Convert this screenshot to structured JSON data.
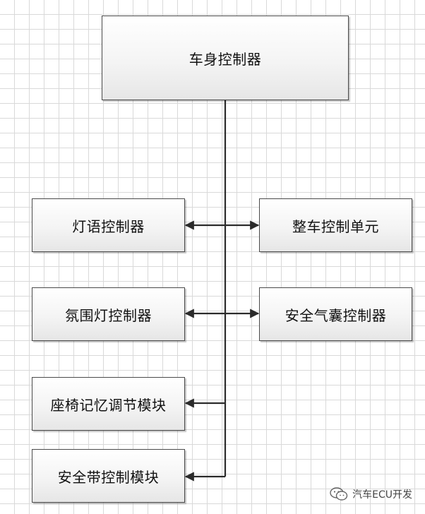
{
  "nodes": {
    "root": "车身控制器",
    "light_language": "灯语控制器",
    "vcu": "整车控制单元",
    "ambient_light": "氛围灯控制器",
    "airbag": "安全气囊控制器",
    "seat_memory": "座椅记忆调节模块",
    "seatbelt": "安全带控制模块"
  },
  "edges": [
    {
      "from": "root",
      "to": "light_language",
      "direction": "both"
    },
    {
      "from": "root",
      "to": "vcu",
      "direction": "both"
    },
    {
      "from": "root",
      "to": "ambient_light",
      "direction": "both"
    },
    {
      "from": "root",
      "to": "airbag",
      "direction": "both"
    },
    {
      "from": "root",
      "to": "seat_memory",
      "direction": "forward"
    },
    {
      "from": "root",
      "to": "seatbelt",
      "direction": "forward"
    }
  ],
  "watermark": {
    "text": "汽车ECU开发",
    "icon": "wechat-icon"
  }
}
